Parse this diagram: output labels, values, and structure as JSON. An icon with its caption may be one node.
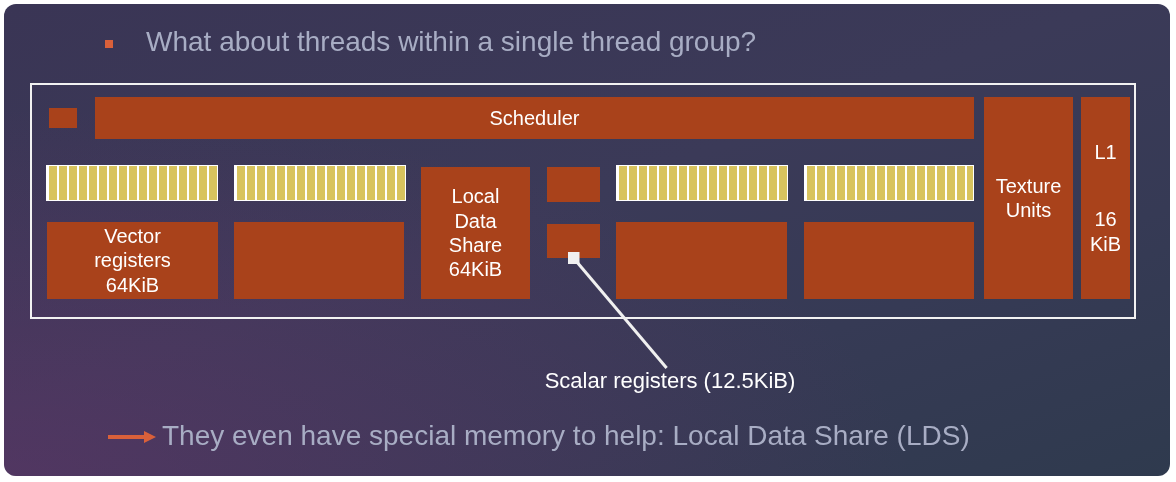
{
  "diagram": {
    "title": "What about threads within a single thread group?",
    "nodes": [
      {
        "text": [],
        "shape": "box"
      },
      {
        "text": [],
        "shape": "box",
        "in": 0
      },
      {
        "text": [
          "Scheduler"
        ],
        "in": 0
      },
      {
        "text": [
          "Texture Units"
        ],
        "in": 0
      },
      {
        "text": [
          "L1",
          "16 KiB"
        ],
        "in": 0
      },
      {
        "text": [],
        "shape": "bar",
        "in": 0
      },
      {
        "text": [],
        "shape": "bar",
        "in": 0
      },
      {
        "text": [
          "Vector registers 64KiB"
        ],
        "in": 0
      },
      {
        "text": [],
        "shape": "box",
        "in": 0
      },
      {
        "text": [
          "Local Data Share 64KiB"
        ],
        "in": 0
      },
      {
        "text": [],
        "shape": "box",
        "in": 0
      },
      {
        "text": [],
        "shape": "box",
        "in": 0
      },
      {
        "text": [],
        "shape": "bar",
        "in": 0
      },
      {
        "text": [],
        "shape": "bar",
        "in": 0
      },
      {
        "text": [],
        "shape": "box",
        "in": 0
      },
      {
        "text": [],
        "shape": "box",
        "in": 0
      },
      {
        "text": [
          "Scalar registers (12.5KiB)"
        ]
      }
    ],
    "edges": [
      {
        "from": 16,
        "to": 11,
        "arrow": "other"
      }
    ],
    "labels": [
      "They even have special memory to help: Local Data Share (LDS)"
    ]
  }
}
